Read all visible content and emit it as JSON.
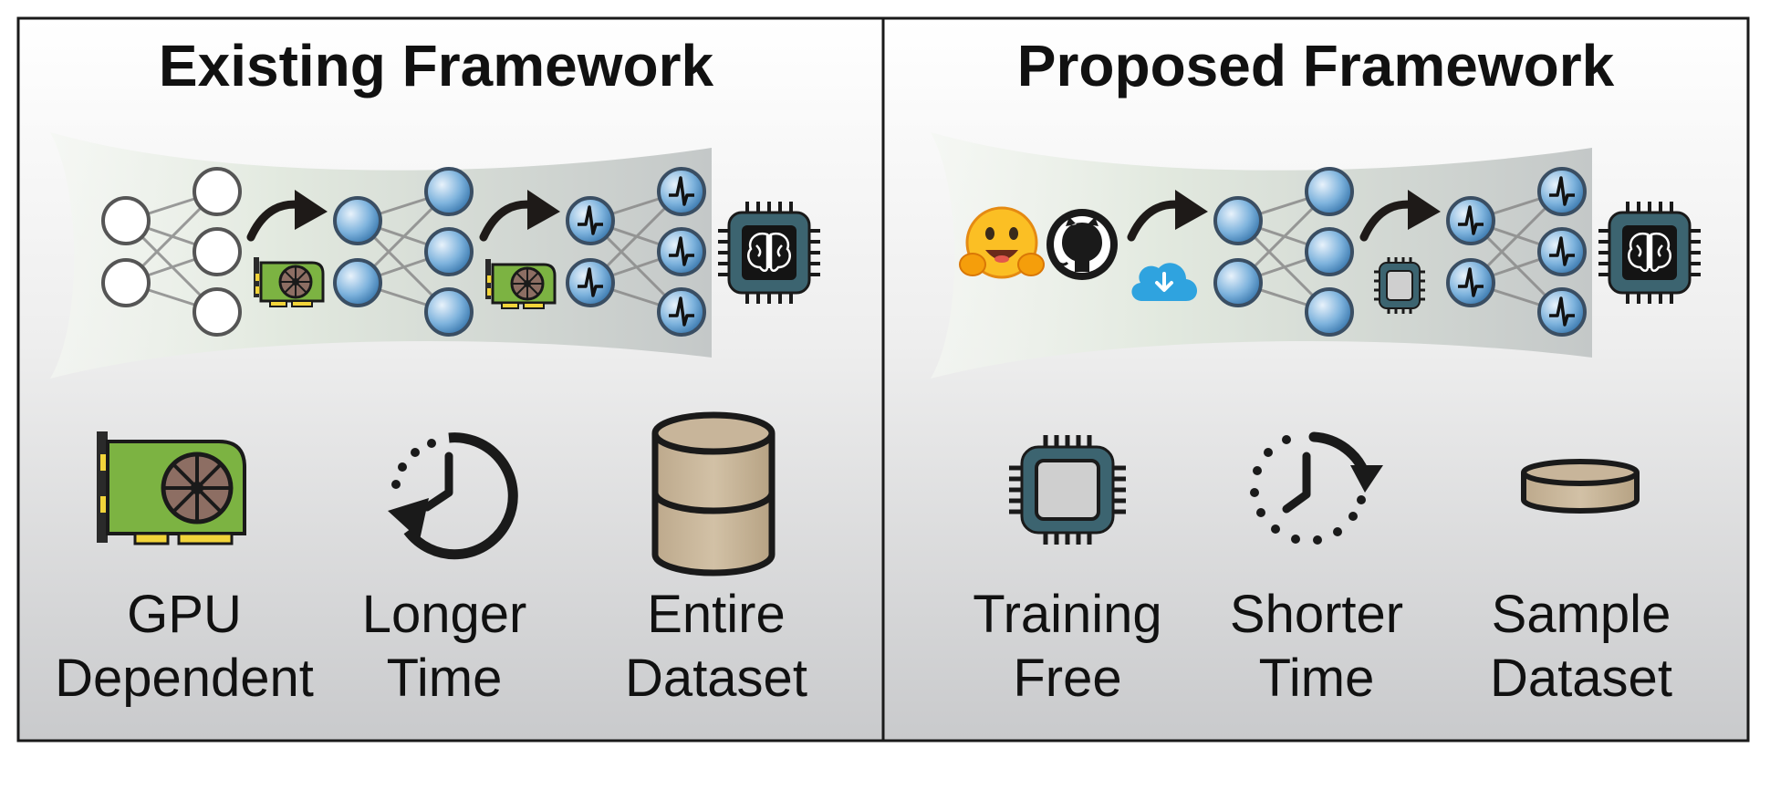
{
  "panels": [
    {
      "title": "Existing Framework",
      "labels": [
        [
          "GPU",
          "Dependent"
        ],
        [
          "Longer",
          "Time"
        ],
        [
          "Entire",
          "Dataset"
        ]
      ]
    },
    {
      "title": "Proposed Framework",
      "labels": [
        [
          "Training",
          "Free"
        ],
        [
          "Shorter",
          "Time"
        ],
        [
          "Sample",
          "Dataset"
        ]
      ]
    }
  ],
  "colors": {
    "gpu_board": "#7cb342",
    "gpu_fan": "#8d6e63",
    "node_blue": "#4a8fc4",
    "chip_body": "#3c6470",
    "cloud": "#2fa3df",
    "database": "#c8b59a",
    "hf_face": "#fbbf24"
  },
  "icons": [
    "gpu-icon",
    "clock-backward-icon",
    "database-tall-icon",
    "cpu-chip-icon",
    "clock-forward-icon",
    "database-flat-icon",
    "hugging-face-icon",
    "github-icon",
    "cloud-download-icon",
    "brain-chip-icon"
  ]
}
